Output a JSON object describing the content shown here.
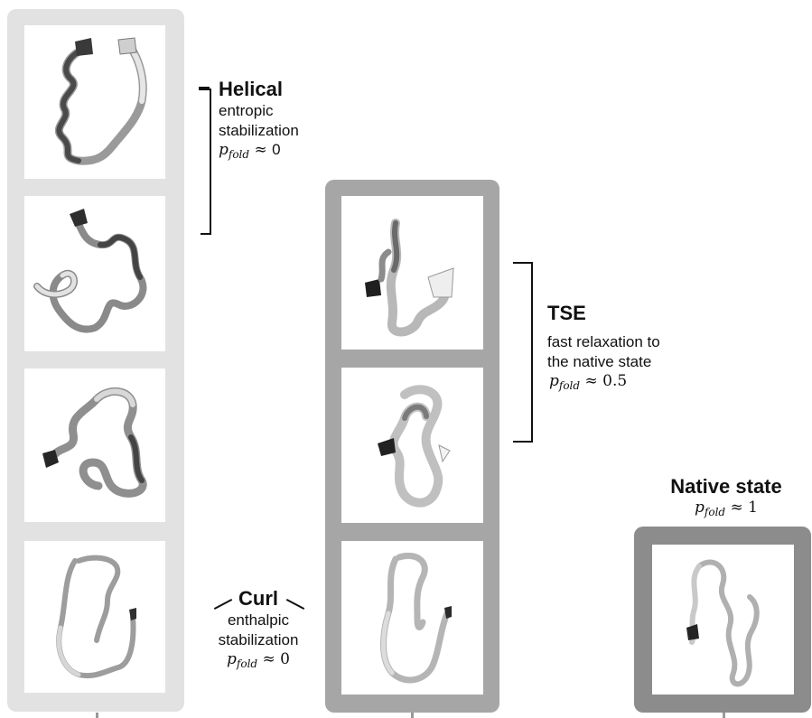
{
  "states": {
    "helical": {
      "title": "Helical",
      "desc_line1": "entropic",
      "desc_line2": "stabilization",
      "p_symbol": "p",
      "p_sub": "fold",
      "p_rel": "≈",
      "p_value": "0"
    },
    "tse": {
      "title": "TSE",
      "desc_line1": "fast relaxation to",
      "desc_line2": "the native state",
      "p_symbol": "p",
      "p_sub": "fold",
      "p_rel": "≈",
      "p_value": "0.5"
    },
    "curl": {
      "title": "Curl",
      "desc_line1": "enthalpic",
      "desc_line2": "stabilization",
      "p_symbol": "p",
      "p_sub": "fold",
      "p_rel": "≈",
      "p_value": "0"
    },
    "native": {
      "title": "Native state",
      "p_symbol": "p",
      "p_sub": "fold",
      "p_rel": "≈",
      "p_value": "1"
    }
  },
  "colors": {
    "left_column": "#e2e2e2",
    "middle_column": "#a6a6a6",
    "right_column": "#8c8c8c",
    "ribbon_light": "#d9d9d9",
    "ribbon_dark": "#3a3a3a"
  }
}
